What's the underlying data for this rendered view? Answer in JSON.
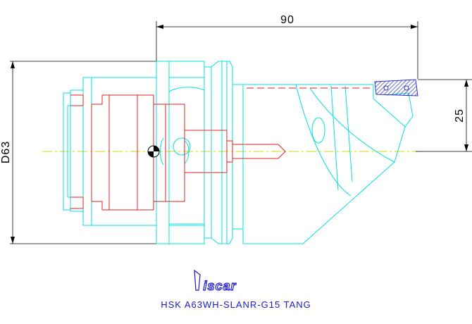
{
  "dimensions": {
    "length": "90",
    "diameter": "D63",
    "offset": "25"
  },
  "logo": {
    "brand": "iscar"
  },
  "caption": {
    "part_name": "HSK A63WH-SLANR-G15 TANG"
  },
  "colors": {
    "outline": "#00e0e0",
    "hidden": "#e02020",
    "centerline": "#e0d000",
    "dimension": "#000000",
    "logo": "#1a1acc",
    "insert": "#3030c0"
  }
}
